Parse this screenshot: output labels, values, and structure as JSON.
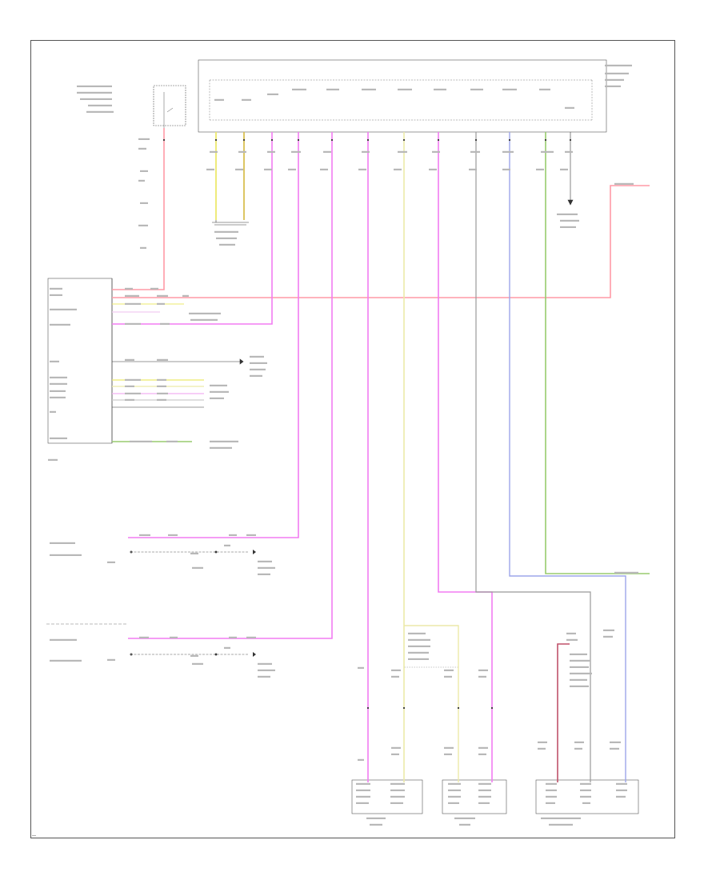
{
  "page_ref": "—",
  "colors": {
    "red_pink": "#ff9aa6",
    "yellow": "#ece96c",
    "orange_yellow": "#d9bf52",
    "magenta": "#f27cf2",
    "light_yellow": "#ece9a8",
    "gray": "#999999",
    "blue": "#9da6ea",
    "green": "#98cc6e",
    "dark_red": "#c0526a",
    "black": "#222222"
  },
  "wires": [
    {
      "id": "w-fuse-red",
      "color": "red_pink"
    },
    {
      "id": "w-yellow-1",
      "color": "yellow"
    },
    {
      "id": "w-orange-1",
      "color": "orange_yellow"
    },
    {
      "id": "w-magenta-1",
      "color": "magenta"
    },
    {
      "id": "w-magenta-2",
      "color": "magenta"
    },
    {
      "id": "w-magenta-3",
      "color": "magenta"
    },
    {
      "id": "w-magenta-4",
      "color": "magenta"
    },
    {
      "id": "w-yellow-2",
      "color": "light_yellow"
    },
    {
      "id": "w-magenta-5",
      "color": "magenta"
    },
    {
      "id": "w-gray-1",
      "color": "gray"
    },
    {
      "id": "w-blue-1",
      "color": "blue"
    },
    {
      "id": "w-green-1",
      "color": "green"
    },
    {
      "id": "w-red-long",
      "color": "red_pink"
    },
    {
      "id": "w-green-short",
      "color": "green"
    },
    {
      "id": "w-dark-red",
      "color": "dark_red"
    }
  ]
}
